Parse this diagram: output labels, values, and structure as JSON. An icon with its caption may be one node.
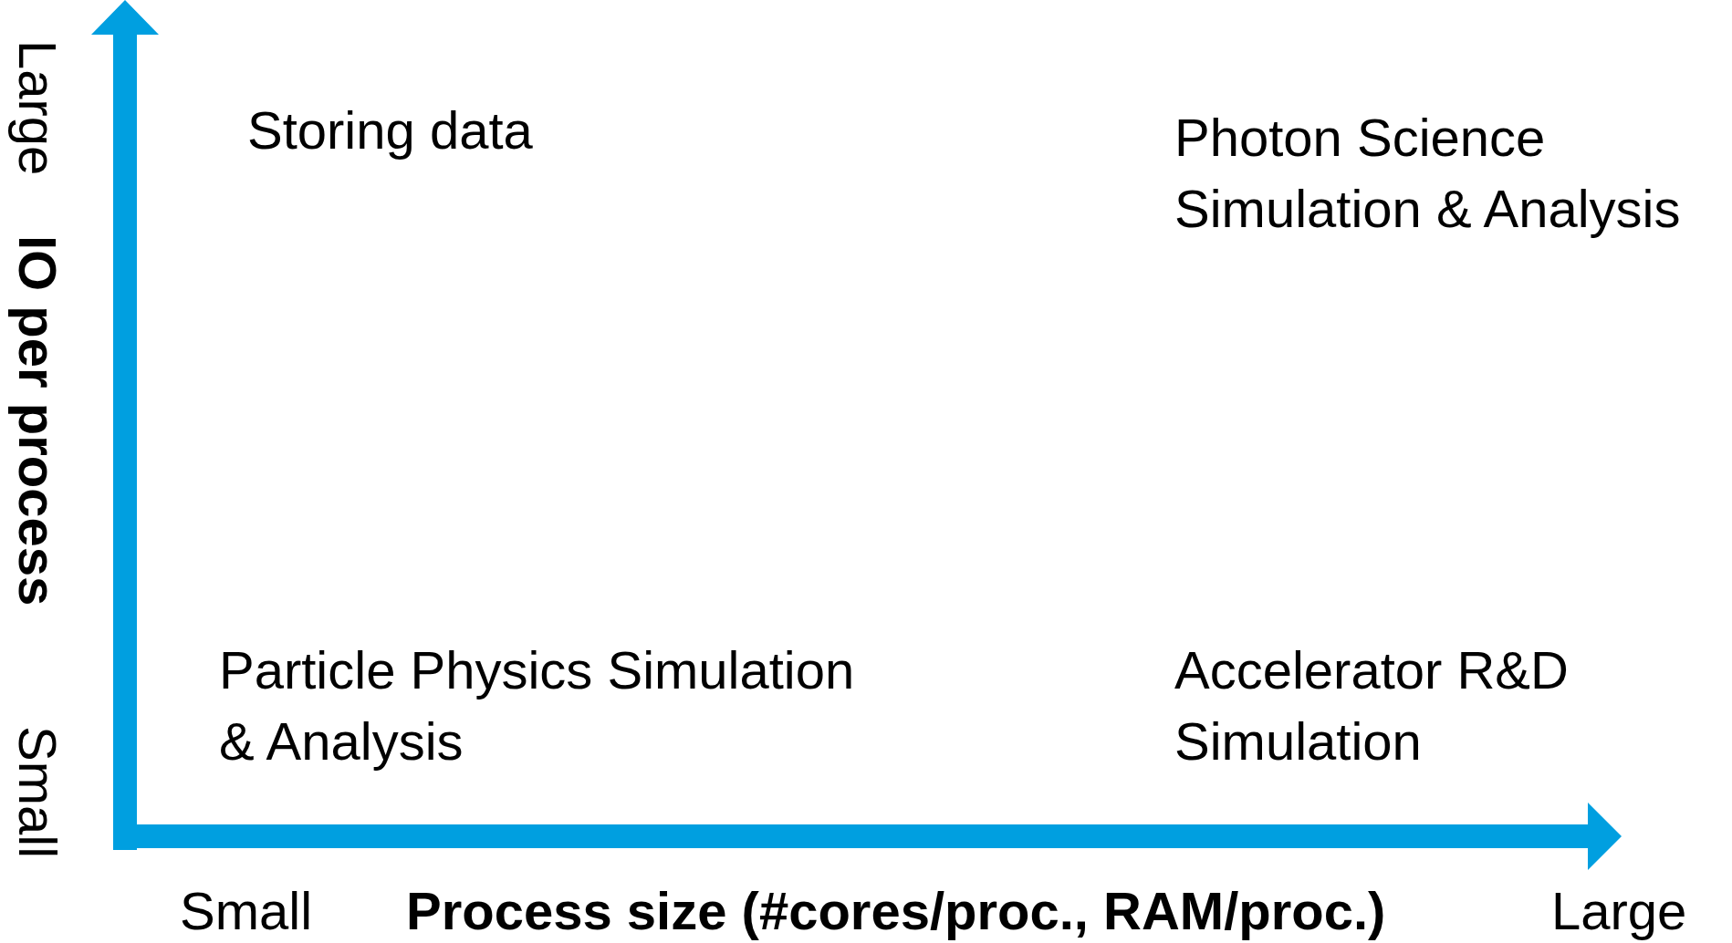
{
  "diagram": {
    "labels": [
      "Large",
      "IO per process",
      "Small",
      "Storing data",
      "Photon Science Simulation & Analysis",
      "Particle Physics Simulation & Analysis",
      "Accelerator R&D Simulation",
      "Small",
      "Process size (#cores/proc., RAM/proc.)",
      "Large"
    ]
  }
}
